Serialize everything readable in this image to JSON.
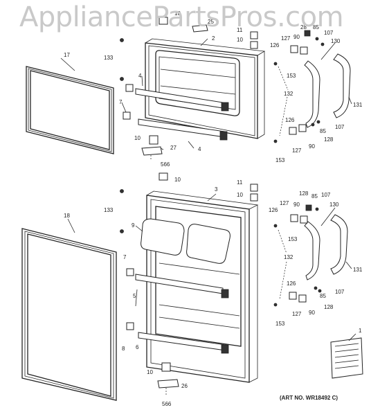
{
  "watermark": "AppliancePartsPros.com",
  "art_number": "(ART NO. WR18492 C)",
  "callouts_top": [
    "10",
    "25",
    "2",
    "11",
    "10",
    "17",
    "133",
    "4",
    "7",
    "10",
    "27",
    "4",
    "566",
    "126",
    "127",
    "90",
    "28",
    "85",
    "107",
    "130",
    "153",
    "132",
    "131",
    "126",
    "85",
    "107",
    "127",
    "128",
    "90",
    "153"
  ],
  "callouts_bottom": [
    "10",
    "3",
    "11",
    "10",
    "18",
    "133",
    "9",
    "7",
    "5",
    "8",
    "6",
    "10",
    "26",
    "566",
    "128",
    "85",
    "107",
    "127",
    "90",
    "130",
    "126",
    "153",
    "132",
    "131",
    "126",
    "107",
    "127",
    "85",
    "128",
    "90",
    "153",
    "1"
  ]
}
